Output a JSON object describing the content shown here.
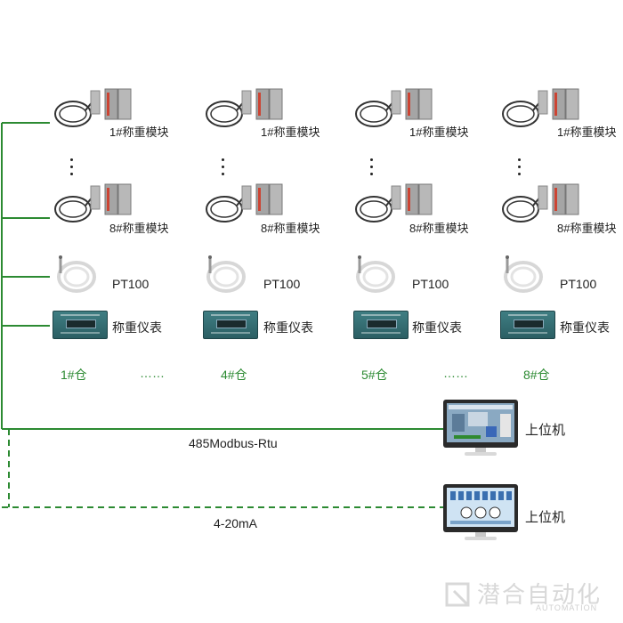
{
  "modules": {
    "top_labels": [
      "1#称重模块",
      "1#称重模块",
      "1#称重模块",
      "1#称重模块"
    ],
    "bottom_labels": [
      "8#称重模块",
      "8#称重模块",
      "8#称重模块",
      "8#称重模块"
    ]
  },
  "sensors": {
    "labels": [
      "PT100",
      "PT100",
      "PT100",
      "PT100"
    ]
  },
  "instruments": {
    "labels": [
      "称重仪表",
      "称重仪表",
      "称重仪表",
      "称重仪表"
    ]
  },
  "groups": {
    "labels": [
      "1#仓",
      "4#仓",
      "5#仓",
      "8#仓"
    ],
    "ellipsis": "……"
  },
  "computers": {
    "label_1": "上位机",
    "label_2": "上位机"
  },
  "bus": {
    "solid_label": "485Modbus-Rtu",
    "dashed_label": "4-20mA"
  },
  "logo": {
    "name": "潜合自动化",
    "sub": "AUTOMATION"
  },
  "colors": {
    "wire": "#2c8a32",
    "group_text": "#2c8a32",
    "logo": "#d8d8d8"
  }
}
